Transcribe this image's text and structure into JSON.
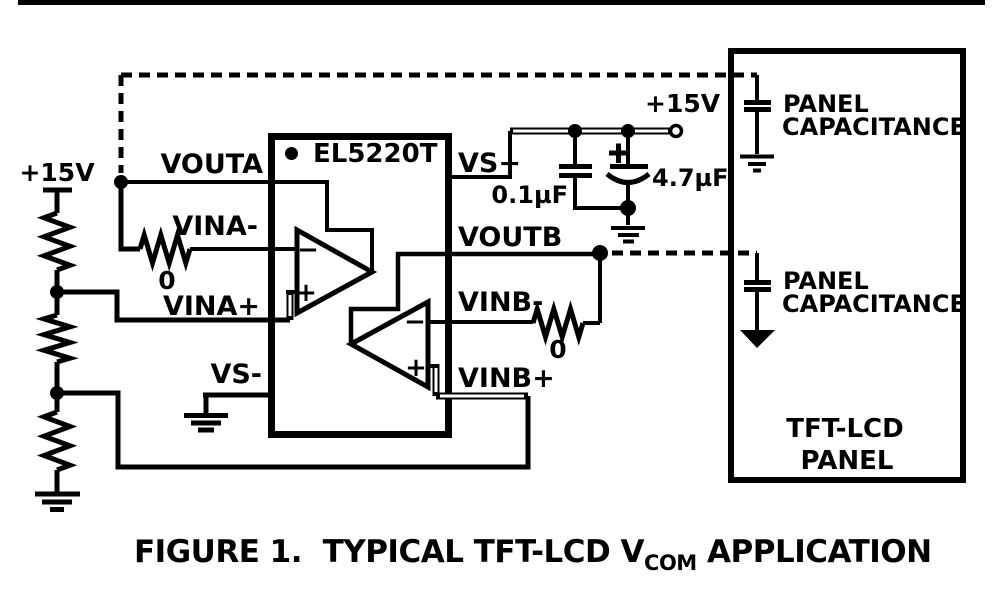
{
  "supply": {
    "left_rail": "+15V",
    "right_rail": "+15V"
  },
  "ic": {
    "part_number": "EL5220T",
    "pins": {
      "vouta": "VOUTA",
      "vina_minus": "VINA-",
      "vina_plus": "VINA+",
      "vs_minus": "VS-",
      "vs_plus": "VS+",
      "voutb": "VOUTB",
      "vinb_minus": "VINB-",
      "vinb_plus": "VINB+"
    },
    "opamp_a": {
      "inverting": "−",
      "noninverting": "+"
    },
    "opamp_b": {
      "inverting": "−",
      "noninverting": "+"
    }
  },
  "resistors": {
    "feedback_a_value": "0",
    "feedback_b_value": "0"
  },
  "capacitors": {
    "bypass_small": "0.1µF",
    "bypass_large": "4.7µF",
    "bypass_large_polarity": "+"
  },
  "panel": {
    "cap_top_line1": "PANEL",
    "cap_top_line2": "CAPACITANCE",
    "cap_bottom_line1": "PANEL",
    "cap_bottom_line2": "CAPACITANCE",
    "name_line1": "TFT-LCD",
    "name_line2": "PANEL"
  },
  "caption": {
    "prefix": "FIGURE 1.  TYPICAL TFT-LCD V",
    "subscript": "COM",
    "suffix": " APPLICATION"
  }
}
